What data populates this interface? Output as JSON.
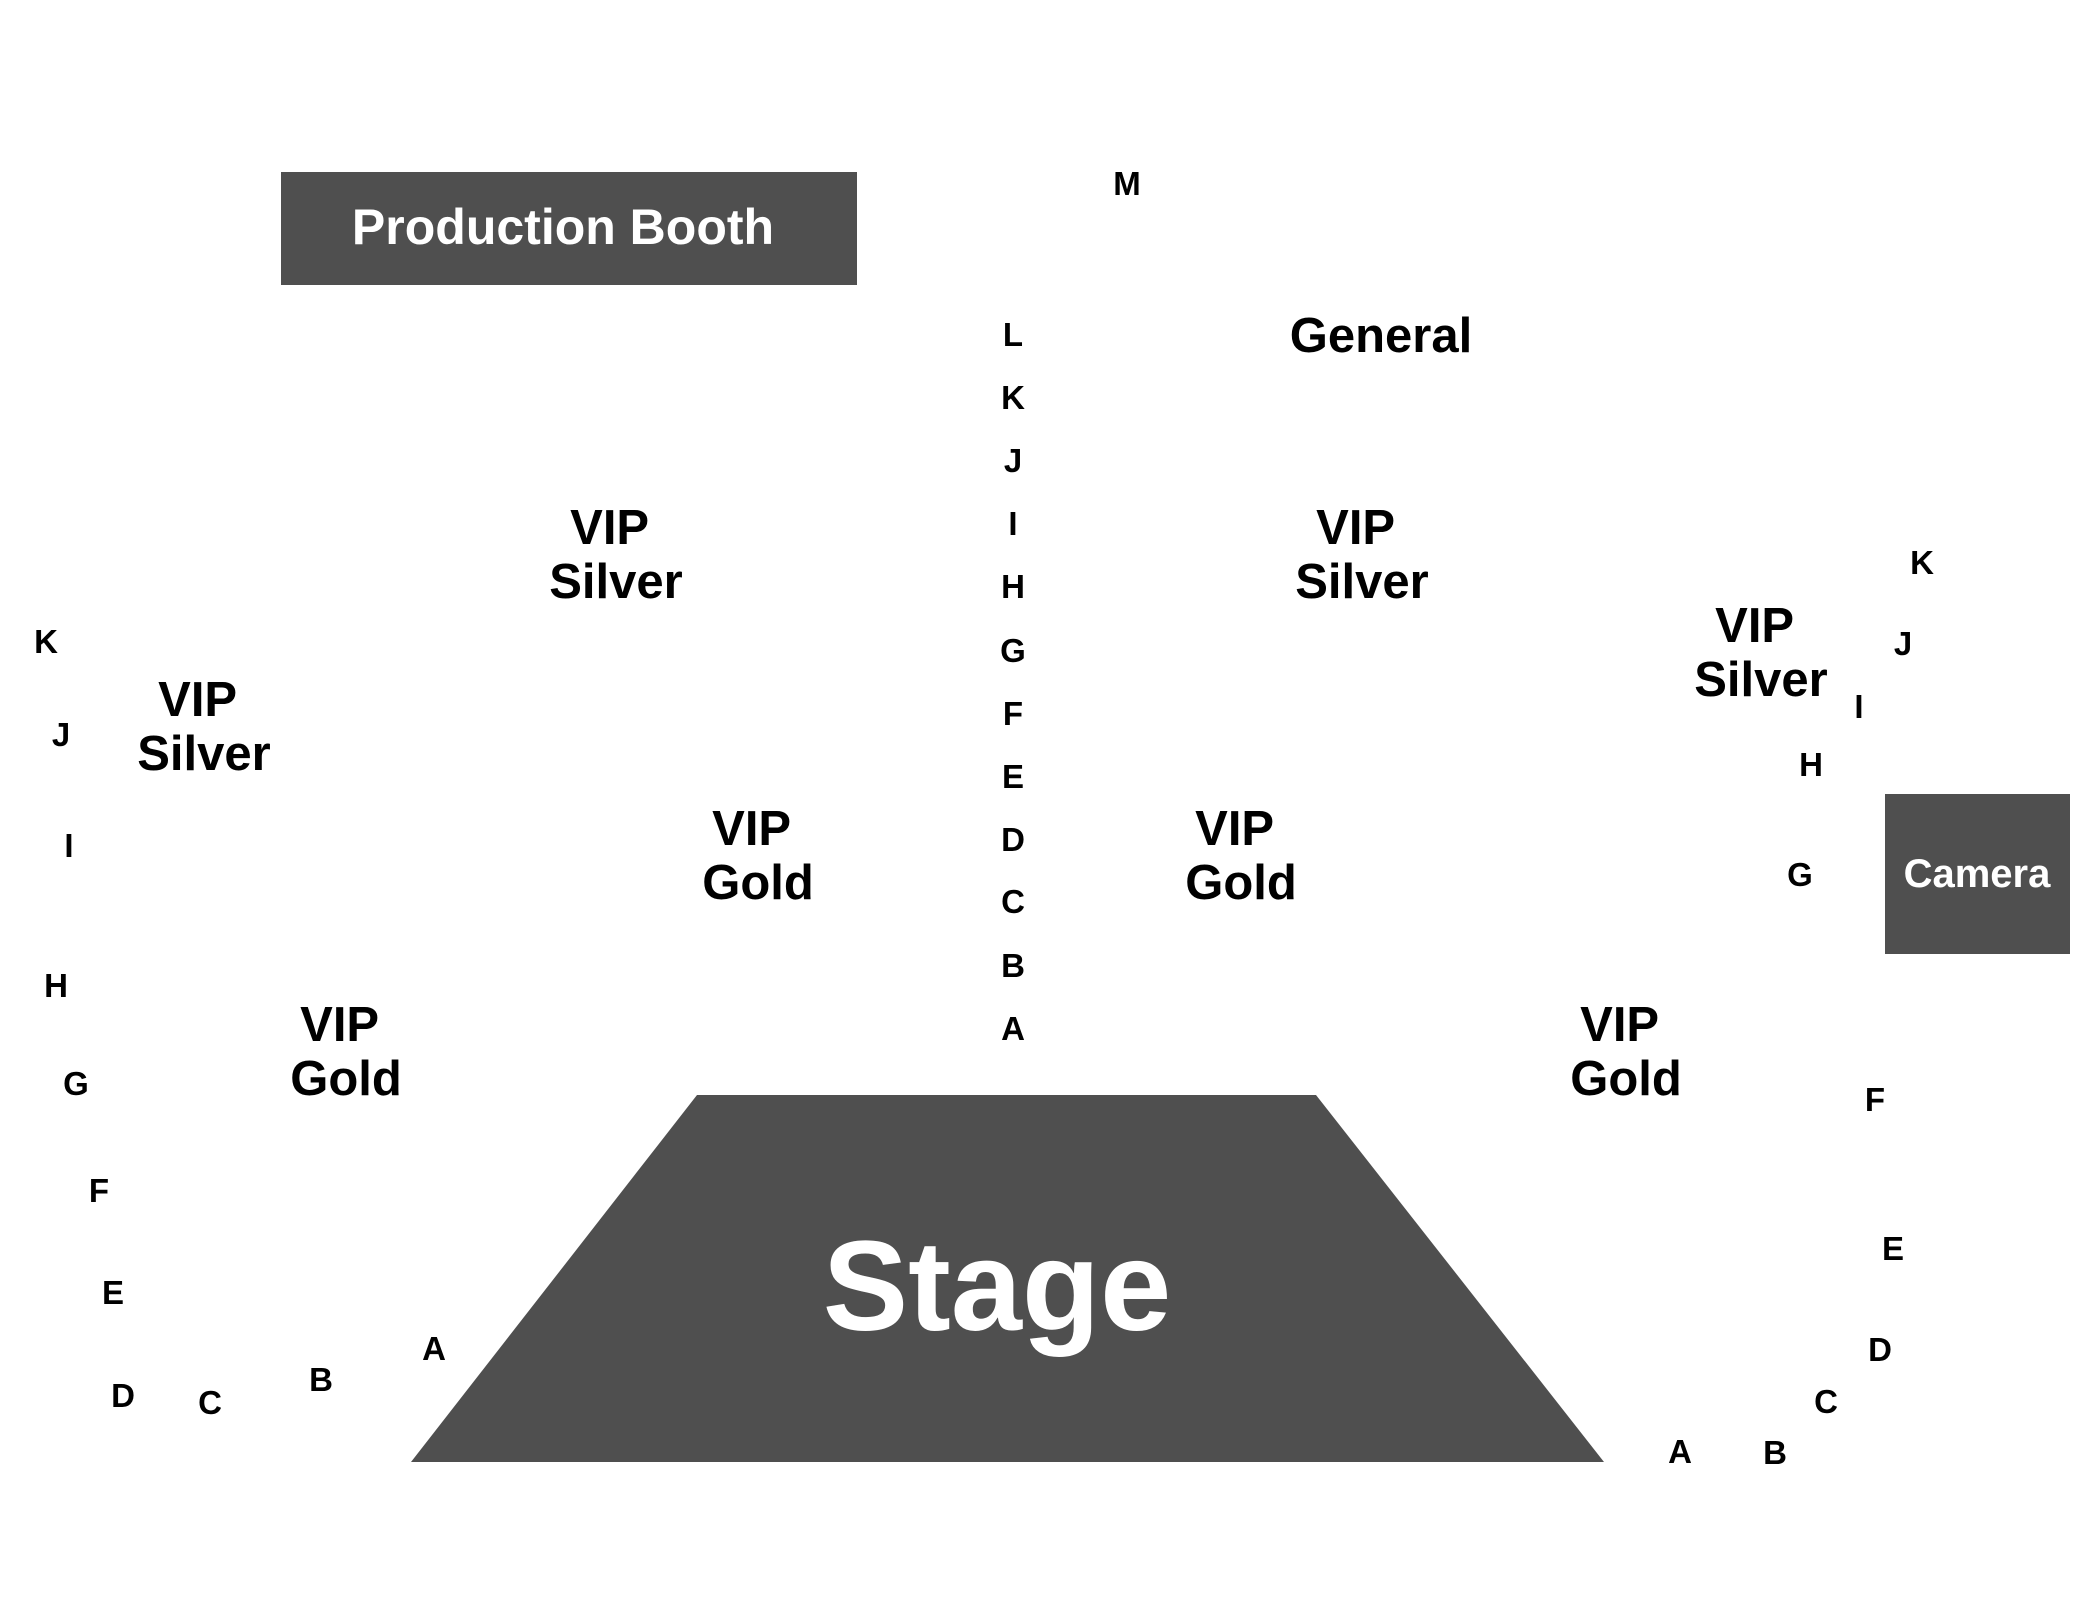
{
  "colors": {
    "block_fill": "#4f4f4f",
    "block_text": "#ffffff",
    "label_text": "#000000",
    "background": "#ffffff"
  },
  "blocks": {
    "production_booth": "Production Booth",
    "camera": "Camera",
    "stage": "Stage"
  },
  "sections": {
    "general": "General",
    "vip_silver_left": [
      "VIP",
      "Silver"
    ],
    "vip_silver_center_left": [
      "VIP",
      "Silver"
    ],
    "vip_silver_center_right": [
      "VIP",
      "Silver"
    ],
    "vip_silver_right": [
      "VIP",
      "Silver"
    ],
    "vip_gold_left": [
      "VIP",
      "Gold"
    ],
    "vip_gold_center_left": [
      "VIP",
      "Gold"
    ],
    "vip_gold_center_right": [
      "VIP",
      "Gold"
    ],
    "vip_gold_right": [
      "VIP",
      "Gold"
    ]
  },
  "rows": {
    "center_aisle": [
      "A",
      "B",
      "C",
      "D",
      "E",
      "F",
      "G",
      "H",
      "I",
      "J",
      "K",
      "L"
    ],
    "general_back": "M",
    "left_side": [
      "A",
      "B",
      "C",
      "D",
      "E",
      "F",
      "G",
      "H",
      "I",
      "J",
      "K"
    ],
    "right_side": [
      "A",
      "B",
      "C",
      "D",
      "E",
      "F",
      "G",
      "H",
      "I",
      "J",
      "K"
    ]
  }
}
